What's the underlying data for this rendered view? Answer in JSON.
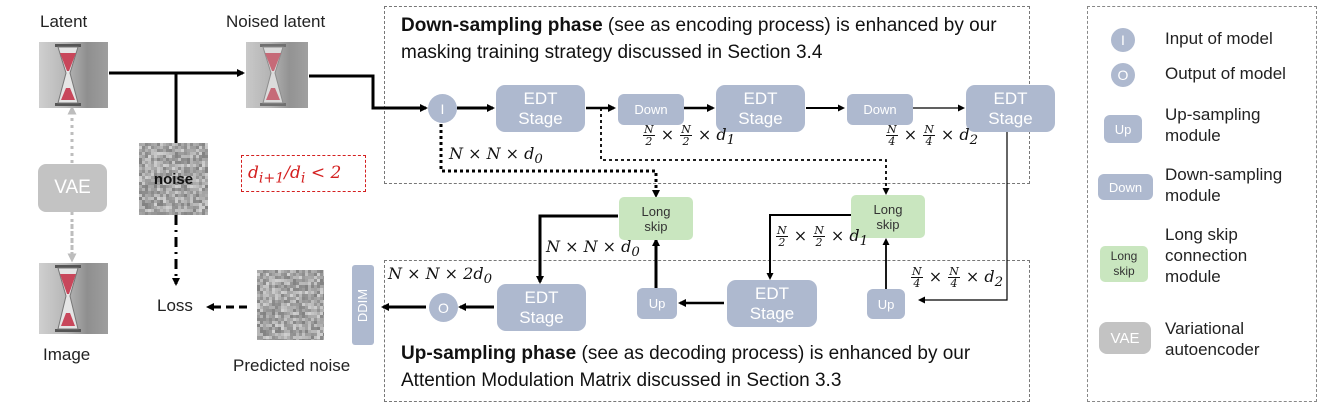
{
  "labels": {
    "latent": "Latent",
    "noised_latent": "Noised latent",
    "vae": "VAE",
    "image": "Image",
    "noise": "noise",
    "loss": "Loss",
    "predicted_noise": "Predicted noise",
    "ddim": "DDIM",
    "constraint": "d_{i+1}/d_i < 2"
  },
  "down_phase": {
    "bold": "Down-sampling phase",
    "rest1": " (see as encoding process) is enhanced by our",
    "line2": "masking training strategy discussed in Section 3.4"
  },
  "up_phase": {
    "bold": "Up-sampling phase",
    "rest1": " (see as decoding process) is enhanced by our",
    "line2": "Attention Modulation Matrix discussed in Section 3.3"
  },
  "blocks": {
    "input": "I",
    "output": "O",
    "edt_line1": "EDT",
    "edt_line2": "Stage",
    "down": "Down",
    "up": "Up",
    "skip_line1": "Long",
    "skip_line2": "skip"
  },
  "legend": {
    "items": [
      {
        "icon": "I",
        "text": "Input of model"
      },
      {
        "icon": "O",
        "text": "Output of model"
      },
      {
        "icon": "Up",
        "text": "Up-sampling module"
      },
      {
        "icon": "Down",
        "text": "Down-sampling module"
      },
      {
        "icon": "Long skip",
        "text": "Long skip connection module"
      },
      {
        "icon": "VAE",
        "text": "Variational autoencoder"
      }
    ]
  },
  "colors": {
    "block_blue": "#aeb9cf",
    "skip_green": "#c9e6bf",
    "vae_gray": "#c3c3c3",
    "constraint_red": "#d42020",
    "hourglass_red": "#c8475b"
  }
}
